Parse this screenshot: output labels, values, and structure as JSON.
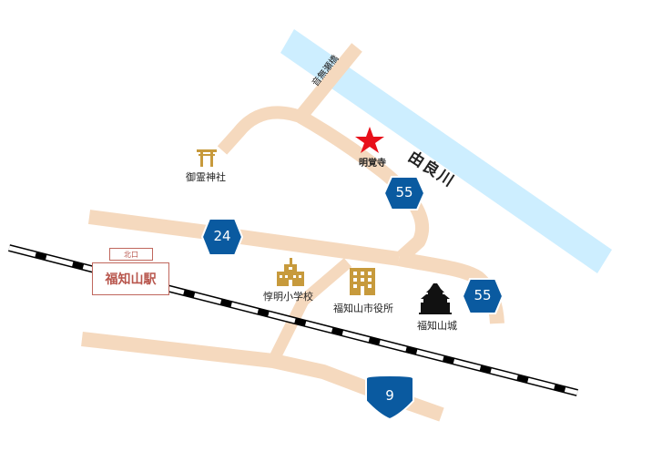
{
  "river": {
    "name": "由良川"
  },
  "bridge": {
    "name": "音無瀬橋"
  },
  "routes": [
    {
      "number": "55"
    },
    {
      "number": "24"
    },
    {
      "number": "55"
    },
    {
      "number": "9"
    }
  ],
  "landmarks": {
    "temple": "明覚寺",
    "shrine": "御霊神社",
    "school": "惇明小学校",
    "city_hall": "福知山市役所",
    "castle": "福知山城"
  },
  "station": {
    "name": "福知山駅",
    "exit": "北口"
  },
  "colors": {
    "road": "#f5d9be",
    "river": "#cdeeff",
    "route_shield": "#0a5aa0",
    "landmark_icon": "#c79a3c",
    "star": "#e8101a",
    "station_text": "#b8564d"
  },
  "icons": [
    "torii-icon",
    "school-icon",
    "building-icon",
    "castle-icon",
    "star-icon"
  ]
}
